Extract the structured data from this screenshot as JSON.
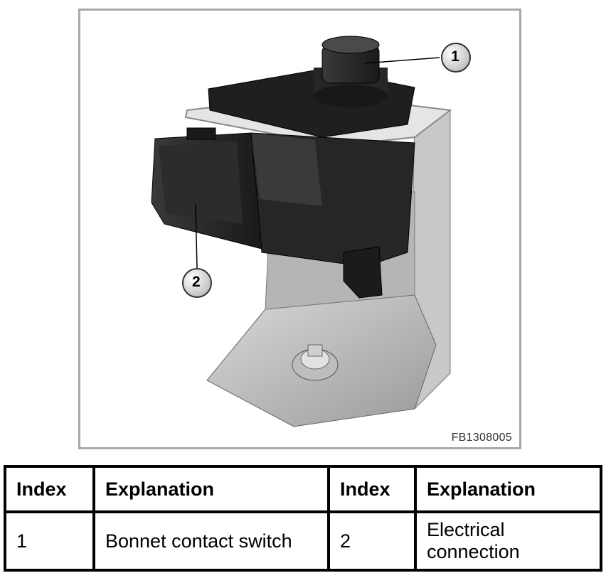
{
  "figure": {
    "code": "FB1308005",
    "callouts": [
      {
        "number": "1"
      },
      {
        "number": "2"
      }
    ]
  },
  "table": {
    "headers": [
      "Index",
      "Explanation",
      "Index",
      "Explanation"
    ],
    "rows": [
      [
        "1",
        "Bonnet contact switch",
        "2",
        "Electrical connection"
      ]
    ]
  }
}
